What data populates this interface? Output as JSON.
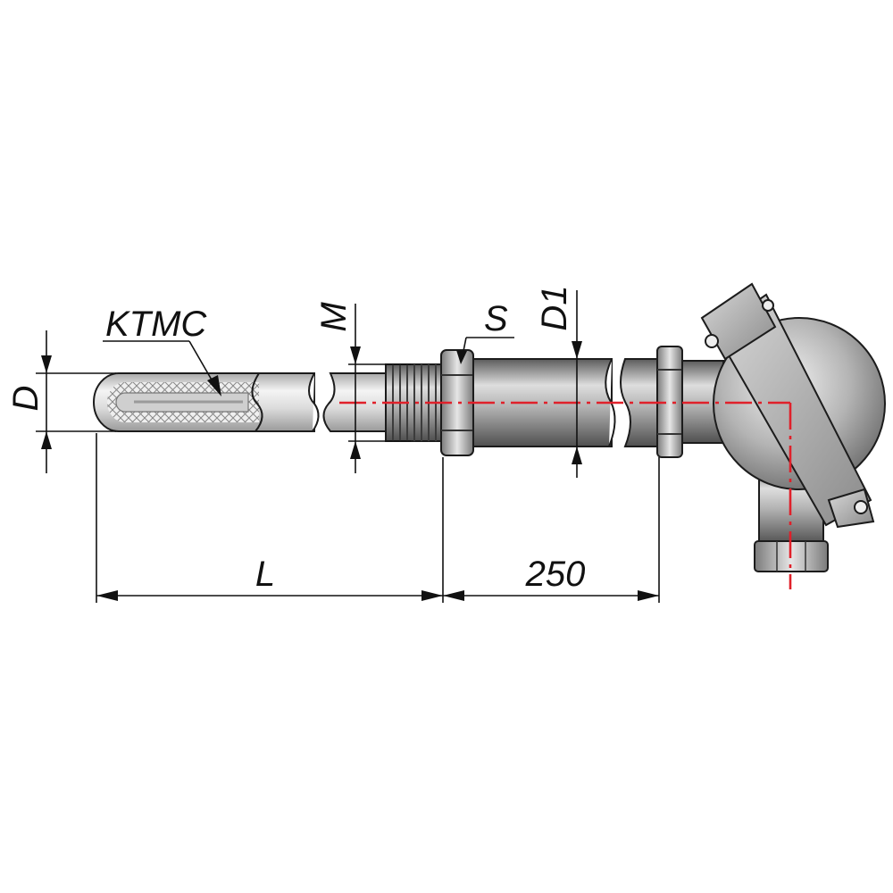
{
  "labels": {
    "D": "D",
    "KTMC": "KTMC",
    "M": "M",
    "S": "S",
    "D1": "D1",
    "L": "L",
    "length_250": "250"
  },
  "colors": {
    "axis_line": "#e0202a",
    "dimension_lines": "#111111",
    "metal_light": "#eeeeee",
    "metal_dark": "#6e6e6e"
  }
}
